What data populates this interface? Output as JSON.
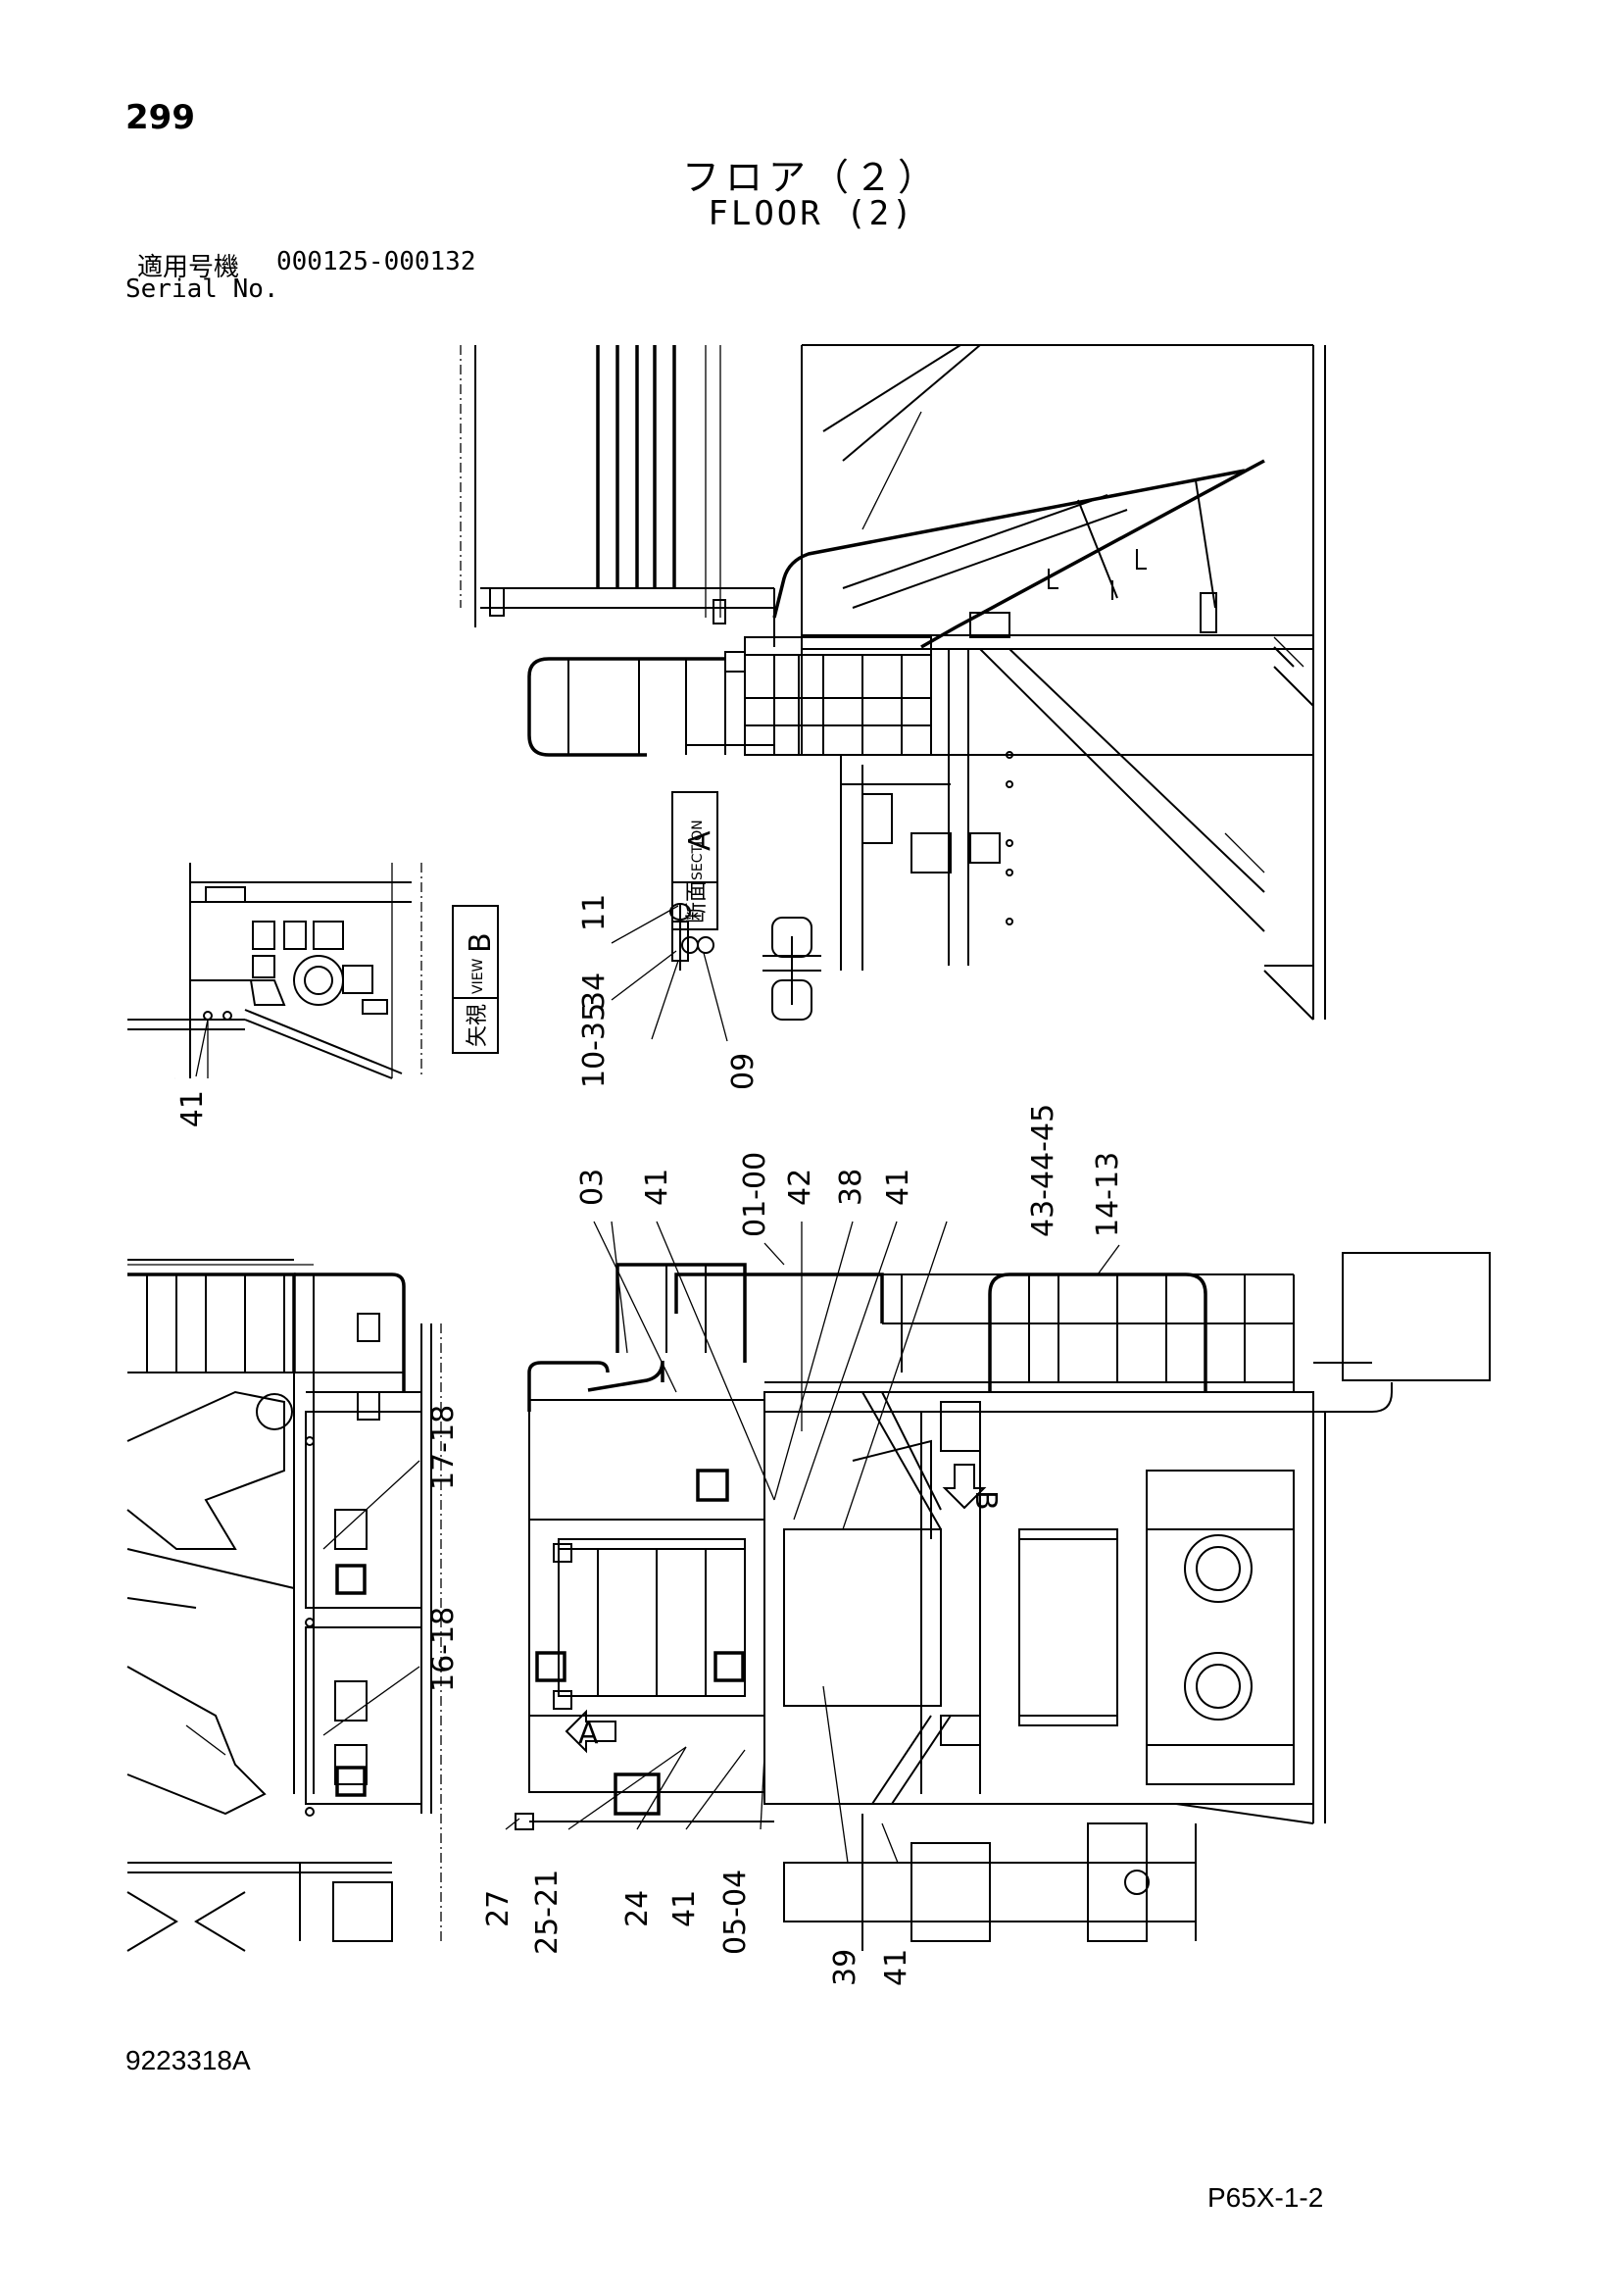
{
  "header": {
    "page_number": "299",
    "title_jp": "フロア（２）",
    "title_en": "FLOOR (2)",
    "serial_label_jp": "適用号機",
    "serial_range": "000125-000132",
    "serial_label_en": "Serial No."
  },
  "views": {
    "section_a": {
      "jp": "断面",
      "en": "SECTION",
      "letter": "A"
    },
    "view_b": {
      "jp": "矢視",
      "en": "VIEW",
      "letter": "B"
    },
    "arrow_a": "A",
    "arrow_b": "B"
  },
  "callouts": {
    "c41_viewb": "41",
    "c11": "11",
    "c34": "34",
    "c10_35": "10-35",
    "c09": "09",
    "c03": "03",
    "c41_a": "41",
    "c01_00": "01-00",
    "c42": "42",
    "c38": "38",
    "c41_b": "41",
    "c43_44_45": "43-44-45",
    "c14_13": "14-13",
    "c17_18": "17-18",
    "c16_18": "16-18",
    "c27": "27",
    "c25_21": "25-21",
    "c24": "24",
    "c41_c": "41",
    "c05_04": "05-04",
    "c39": "39",
    "c41_d": "41"
  },
  "footer": {
    "drawing_code": "9223318A",
    "page_code": "P65X-1-2"
  }
}
